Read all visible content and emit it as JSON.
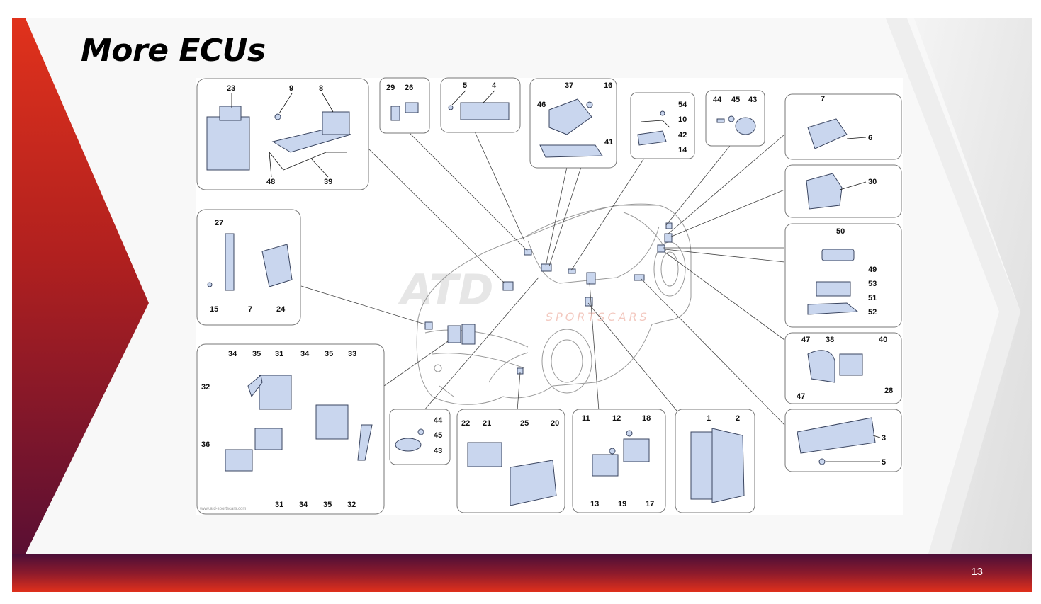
{
  "slide": {
    "title": "More ECUs",
    "page_number": "13"
  },
  "diagram": {
    "watermark": "ATD",
    "watermark_sub": "SPORTSCARS",
    "credit": "www.atd-sportscars.com",
    "labels": {
      "g1": [
        "23",
        "9",
        "8",
        "48",
        "39"
      ],
      "g2": [
        "29",
        "26"
      ],
      "g3": [
        "5",
        "4"
      ],
      "g4": [
        "37",
        "16",
        "46",
        "41"
      ],
      "g5": [
        "54",
        "10",
        "42",
        "14"
      ],
      "g6": [
        "44",
        "45",
        "43"
      ],
      "g7": [
        "7",
        "6"
      ],
      "g8": [
        "30"
      ],
      "g9": [
        "27",
        "15",
        "7",
        "24"
      ],
      "g10": [
        "50",
        "49",
        "53",
        "51",
        "52"
      ],
      "g11": [
        "47",
        "38",
        "40",
        "47",
        "28"
      ],
      "g12": [
        "34",
        "35",
        "31",
        "34",
        "35",
        "33",
        "32",
        "36",
        "31",
        "34",
        "35",
        "32"
      ],
      "g13": [
        "44",
        "45",
        "43"
      ],
      "g14": [
        "22",
        "21",
        "25",
        "20"
      ],
      "g15": [
        "11",
        "12",
        "18",
        "13",
        "19",
        "17"
      ],
      "g16": [
        "1",
        "2"
      ],
      "g17": [
        "3",
        "5"
      ]
    }
  },
  "colors": {
    "accent_red": "#d62a1e",
    "dark_maroon": "#4a0d2e",
    "part_fill": "#c9d6ee"
  }
}
